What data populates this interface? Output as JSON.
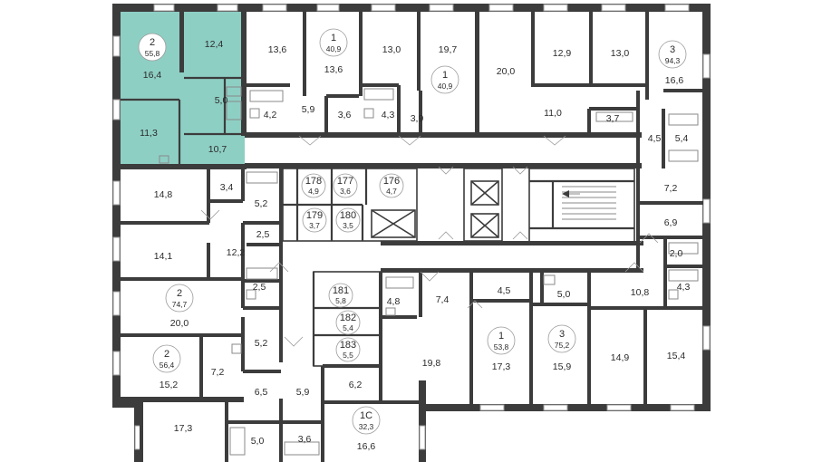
{
  "highlight_color": "#8ecfc4",
  "wall_color": "#3c3c3c",
  "rooms": [
    {
      "id": "r1",
      "label": "12,4"
    },
    {
      "id": "r2",
      "label": "16,4"
    },
    {
      "id": "r3",
      "label": "5,0"
    },
    {
      "id": "r4",
      "label": "11,3"
    },
    {
      "id": "r5",
      "label": "10,7"
    },
    {
      "id": "r6",
      "label": "13,6"
    },
    {
      "id": "r7",
      "label": "13,6"
    },
    {
      "id": "r8",
      "label": "13,0"
    },
    {
      "id": "r9",
      "label": "19,7"
    },
    {
      "id": "r10",
      "label": "20,0"
    },
    {
      "id": "r11",
      "label": "12,9"
    },
    {
      "id": "r12",
      "label": "13,0"
    },
    {
      "id": "r13",
      "label": "16,6"
    },
    {
      "id": "r14",
      "label": "4,2"
    },
    {
      "id": "r15",
      "label": "5,9"
    },
    {
      "id": "r16",
      "label": "3,6"
    },
    {
      "id": "r17",
      "label": "4,3"
    },
    {
      "id": "r18",
      "label": "3,9"
    },
    {
      "id": "r19",
      "label": "11,0"
    },
    {
      "id": "r20",
      "label": "3,7"
    },
    {
      "id": "r21",
      "label": "4,5"
    },
    {
      "id": "r22",
      "label": "5,4"
    },
    {
      "id": "r23",
      "label": "14,8"
    },
    {
      "id": "r24",
      "label": "3,4"
    },
    {
      "id": "r25",
      "label": "5,2"
    },
    {
      "id": "r26",
      "label": "7,2"
    },
    {
      "id": "r27",
      "label": "2,5"
    },
    {
      "id": "r28",
      "label": "6,9"
    },
    {
      "id": "r29",
      "label": "14,1"
    },
    {
      "id": "r30",
      "label": "12,2"
    },
    {
      "id": "r31",
      "label": "2,0"
    },
    {
      "id": "r32",
      "label": "2,5"
    },
    {
      "id": "r33",
      "label": "4,8"
    },
    {
      "id": "r34",
      "label": "7,4"
    },
    {
      "id": "r35",
      "label": "4,5"
    },
    {
      "id": "r36",
      "label": "5,0"
    },
    {
      "id": "r37",
      "label": "10,8"
    },
    {
      "id": "r38",
      "label": "4,3"
    },
    {
      "id": "r39",
      "label": "20,0"
    },
    {
      "id": "r40",
      "label": "5,2"
    },
    {
      "id": "r41",
      "label": "7,2"
    },
    {
      "id": "r42",
      "label": "15,2"
    },
    {
      "id": "r43",
      "label": "19,8"
    },
    {
      "id": "r44",
      "label": "17,3"
    },
    {
      "id": "r45",
      "label": "15,9"
    },
    {
      "id": "r46",
      "label": "14,9"
    },
    {
      "id": "r47",
      "label": "15,4"
    },
    {
      "id": "r48",
      "label": "6,5"
    },
    {
      "id": "r49",
      "label": "5,9"
    },
    {
      "id": "r50",
      "label": "6,2"
    },
    {
      "id": "r51",
      "label": "17,3"
    },
    {
      "id": "r52",
      "label": "5,0"
    },
    {
      "id": "r53",
      "label": "3,6"
    },
    {
      "id": "r54",
      "label": "16,6"
    }
  ],
  "apartments": [
    {
      "id": "a1",
      "rooms": "2",
      "total": "55,8"
    },
    {
      "id": "a2",
      "rooms": "1",
      "total": "40,9"
    },
    {
      "id": "a3",
      "rooms": "1",
      "total": "40,9"
    },
    {
      "id": "a4",
      "rooms": "3",
      "total": "94,3"
    },
    {
      "id": "a5",
      "rooms": "2",
      "total": "74,7"
    },
    {
      "id": "a6",
      "rooms": "2",
      "total": "56,4"
    },
    {
      "id": "a7",
      "rooms": "1",
      "total": "53,8"
    },
    {
      "id": "a8",
      "rooms": "3",
      "total": "75,2"
    },
    {
      "id": "a9",
      "rooms": "1С",
      "total": "32,3"
    }
  ],
  "storage_units": [
    {
      "id": "s1",
      "number": "178",
      "area": "4,9"
    },
    {
      "id": "s2",
      "number": "177",
      "area": "3,6"
    },
    {
      "id": "s3",
      "number": "176",
      "area": "4,7"
    },
    {
      "id": "s4",
      "number": "179",
      "area": "3,7"
    },
    {
      "id": "s5",
      "number": "180",
      "area": "3,5"
    },
    {
      "id": "s6",
      "number": "181",
      "area": "5,8"
    },
    {
      "id": "s7",
      "number": "182",
      "area": "5,4"
    },
    {
      "id": "s8",
      "number": "183",
      "area": "5,5"
    }
  ]
}
